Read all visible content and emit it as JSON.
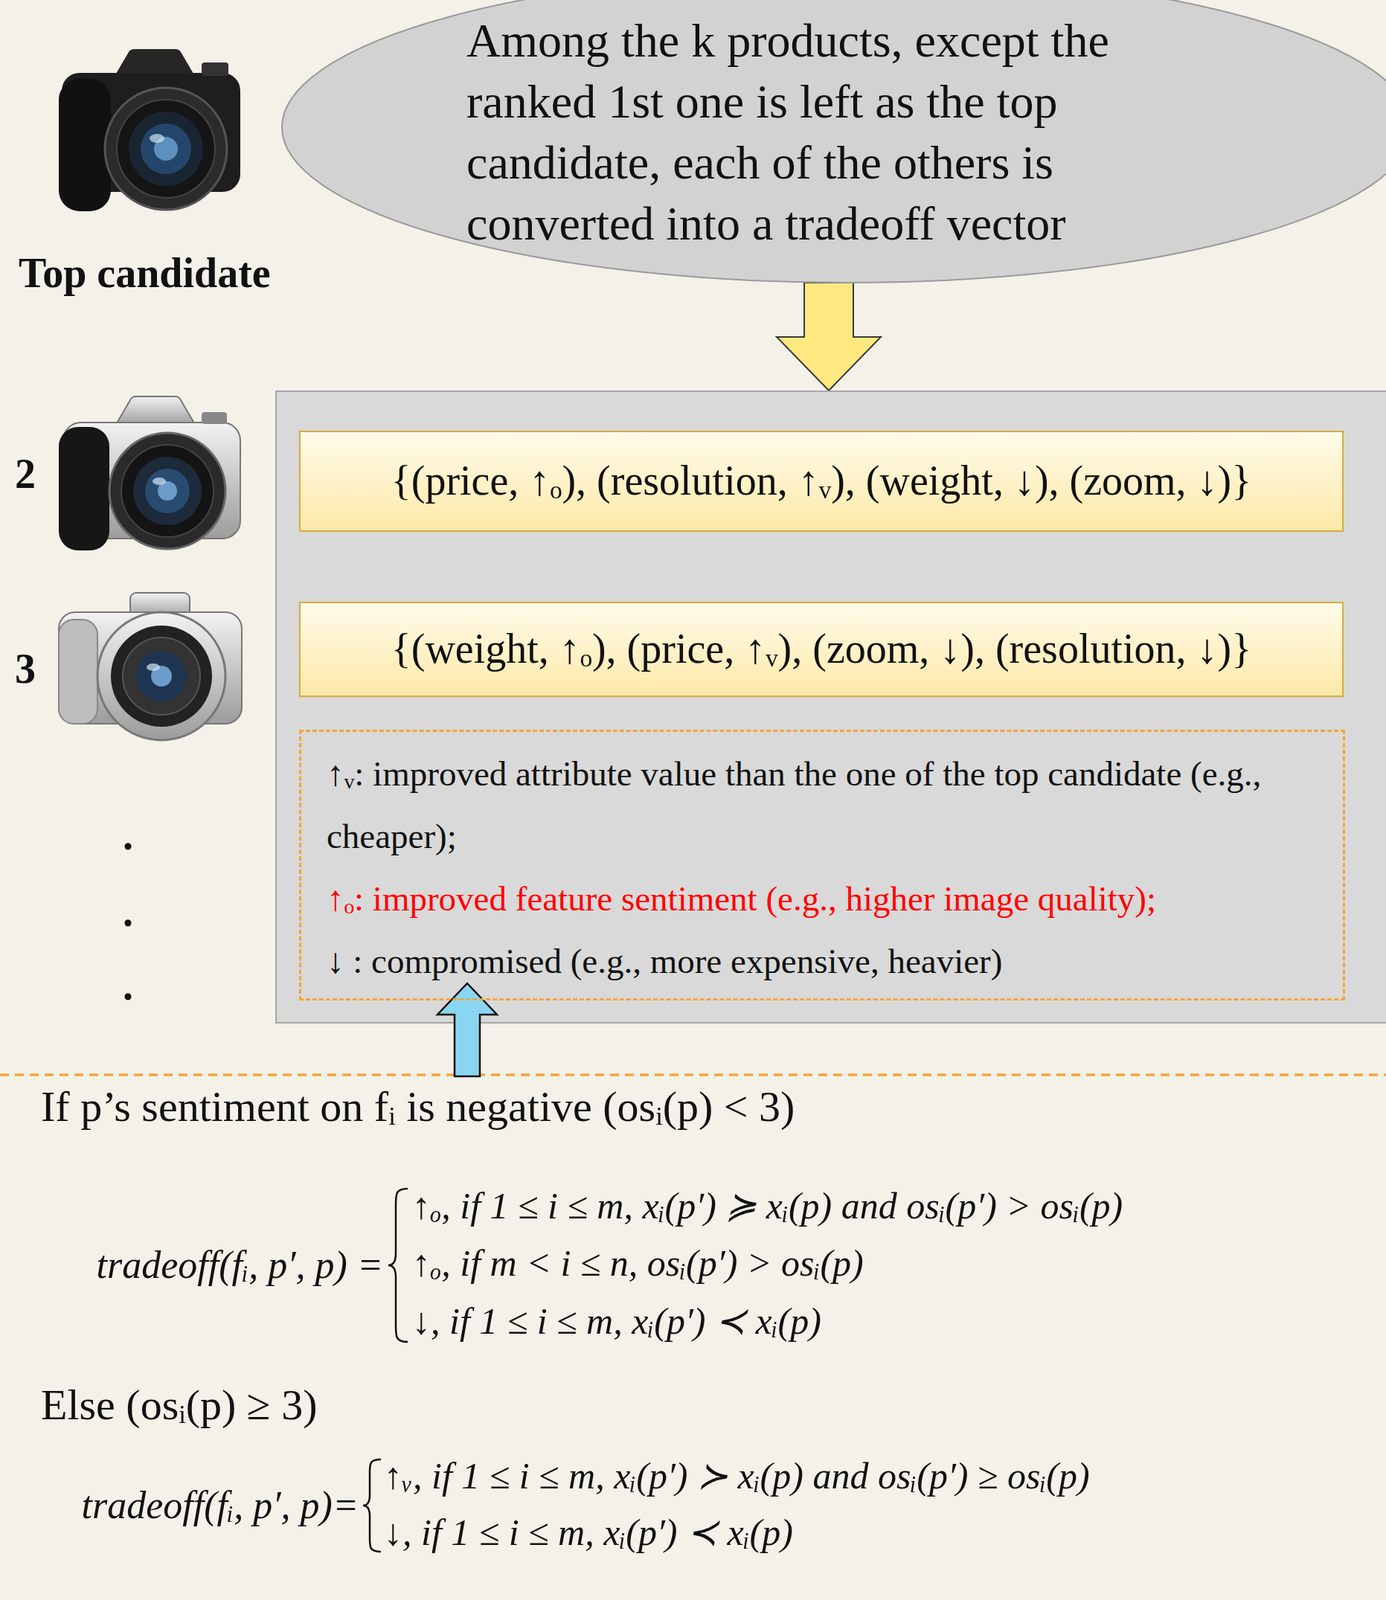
{
  "diagram": {
    "nodes": [
      {
        "text": [
          "Among the k products, except the ranked 1st one is left as the top candidate, each of the others is converted into a tradeoff vector"
        ]
      },
      {
        "text": []
      },
      {
        "text": [
          "{(price, ↑ₒ), (resolution, ↑ᵥ), (weight, ↓), (zoom, ↓)}"
        ],
        "in": 1
      },
      {
        "text": [
          "{(weight, ↑ₒ), (price, ↑ᵥ), (zoom, ↓), (resolution, ↓)}"
        ],
        "in": 1
      },
      {
        "text": [
          "↑ᵥ: improved attribute value than the one of the top candidate (e.g., cheaper);",
          "↑ₒ: improved feature sentiment (e.g., higher image quality);",
          "↓ : compromised (e.g., more expensive, heavier)"
        ],
        "in": 1
      }
    ],
    "edges": [
      {
        "from": 0,
        "to": 1,
        "arrow": "to"
      }
    ],
    "labels": [
      "Top candidate",
      "2",
      "3",
      ".",
      ".",
      ".",
      "If p’s sentiment on fᵢ is negative (osᵢ(p) < 3)",
      "tradeoff(fᵢ, p′, p) =",
      "↑ₒ, if 1 ≤ i ≤ m, xᵢ(p′) ≽ xᵢ(p) and osᵢ(p′) > osᵢ(p)",
      "↑ₒ, if m < i ≤ n, osᵢ(p′) > osᵢ(p)",
      "↓, if 1 ≤ i ≤ m, xᵢ(p′) ≺ xᵢ(p)",
      "Else (osᵢ(p) ≥ 3)",
      "tradeoff(fᵢ, p′, p)=",
      "↑ᵥ, if 1 ≤ i ≤ m, xᵢ(p′) ≻ xᵢ(p) and osᵢ(p′) ≥ osᵢ(p)",
      "↓, if 1 ≤ i ≤ m, xᵢ(p′) ≺ xᵢ(p)"
    ]
  }
}
